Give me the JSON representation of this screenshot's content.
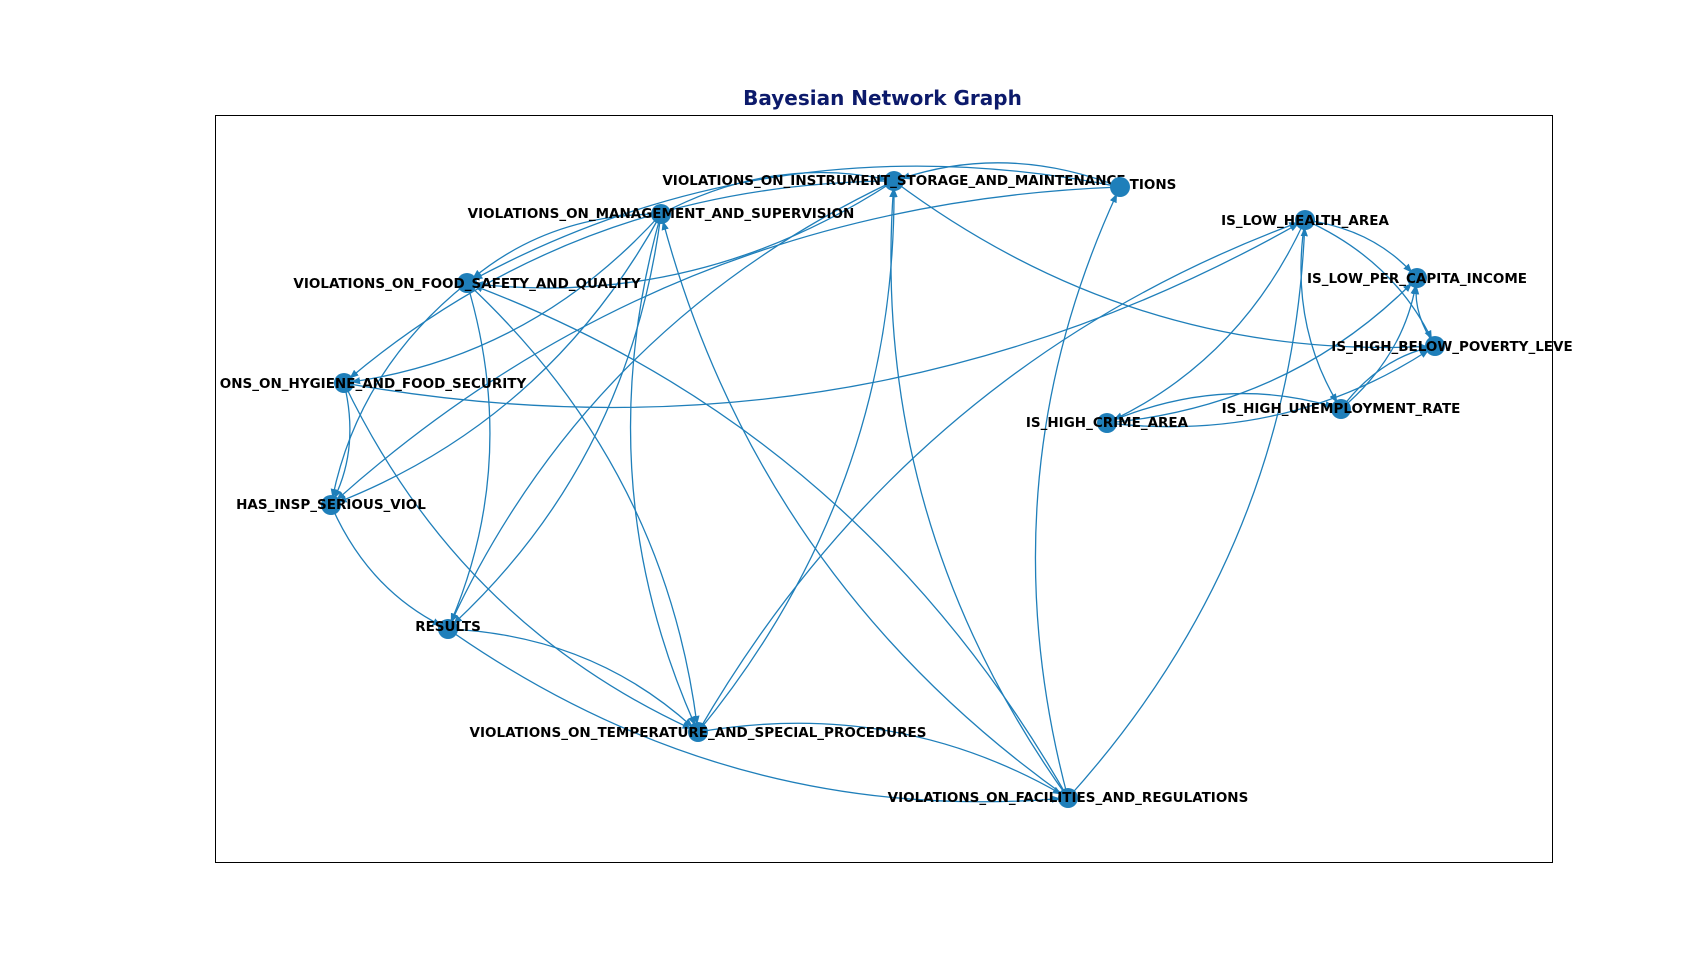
{
  "title": "Bayesian Network Graph",
  "colors": {
    "edge": "#1f7fba",
    "node": "#1f7fba",
    "title": "#0c1a6b",
    "frame": "#000000"
  },
  "nodes": [
    {
      "id": "n0",
      "label": "VIOLATIONS_ON_INSTRUMENT_STORAGE_AND_MAINTENANCE"
    },
    {
      "id": "n1",
      "label": "VIOLATIONS_ON_MANAGEMENT_AND_SUPERVISION"
    },
    {
      "id": "n2",
      "label": "VIOLATIONS_ON_FOOD_SAFETY_AND_QUALITY"
    },
    {
      "id": "n3",
      "label": "ONS_ON_HYGIENE_AND_FOOD_SECURITY"
    },
    {
      "id": "n4",
      "label": "HAS_INSP_SERIOUS_VIOL"
    },
    {
      "id": "n5",
      "label": "RESULTS"
    },
    {
      "id": "n6",
      "label": "VIOLATIONS_ON_TEMPERATURE_AND_SPECIAL_PROCEDURES"
    },
    {
      "id": "n7",
      "label": "VIOLATIONS_ON_FACILITIES_AND_REGULATIONS"
    },
    {
      "id": "n8",
      "label": "TIONS"
    },
    {
      "id": "n9",
      "label": "IS_LOW_HEALTH_AREA"
    },
    {
      "id": "n10",
      "label": "IS_LOW_PER_CAPITA_INCOME"
    },
    {
      "id": "n11",
      "label": "IS_HIGH_BELOW_POVERTY_LEVE"
    },
    {
      "id": "n12",
      "label": "IS_HIGH_UNEMPLOYMENT_RATE"
    },
    {
      "id": "n13",
      "label": "IS_HIGH_CRIME_AREA"
    }
  ],
  "edges": [
    [
      "n1",
      "n2"
    ],
    [
      "n0",
      "n2"
    ],
    [
      "n8",
      "n2"
    ],
    [
      "n1",
      "n3"
    ],
    [
      "n0",
      "n3"
    ],
    [
      "n3",
      "n4"
    ],
    [
      "n2",
      "n4"
    ],
    [
      "n1",
      "n4"
    ],
    [
      "n8",
      "n4"
    ],
    [
      "n2",
      "n5"
    ],
    [
      "n4",
      "n5"
    ],
    [
      "n1",
      "n5"
    ],
    [
      "n0",
      "n5"
    ],
    [
      "n2",
      "n6"
    ],
    [
      "n1",
      "n6"
    ],
    [
      "n5",
      "n6"
    ],
    [
      "n3",
      "n6"
    ],
    [
      "n1",
      "n0"
    ],
    [
      "n6",
      "n0"
    ],
    [
      "n7",
      "n0"
    ],
    [
      "n8",
      "n0"
    ],
    [
      "n7",
      "n1"
    ],
    [
      "n7",
      "n2"
    ],
    [
      "n7",
      "n8"
    ],
    [
      "n5",
      "n7"
    ],
    [
      "n6",
      "n7"
    ],
    [
      "n7",
      "n9"
    ],
    [
      "n6",
      "n9"
    ],
    [
      "n3",
      "n9"
    ],
    [
      "n9",
      "n13"
    ],
    [
      "n9",
      "n12"
    ],
    [
      "n9",
      "n11"
    ],
    [
      "n12",
      "n10"
    ],
    [
      "n11",
      "n10"
    ],
    [
      "n13",
      "n10"
    ],
    [
      "n9",
      "n10"
    ],
    [
      "n13",
      "n11"
    ],
    [
      "n12",
      "n11"
    ],
    [
      "n0",
      "n11"
    ],
    [
      "n13",
      "n12"
    ]
  ]
}
